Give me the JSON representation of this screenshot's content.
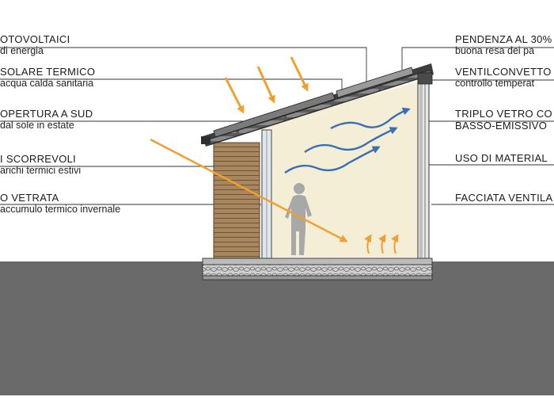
{
  "left_labels": [
    {
      "title": "OTOVOLTAICI",
      "sub": "di energia"
    },
    {
      "title": "SOLARE TERMICO",
      "sub": "acqua calda sanitaria"
    },
    {
      "title": "OPERTURA A SUD",
      "sub": "dal sole in estate"
    },
    {
      "title": "I SCORREVOLI",
      "sub": "arichi termici estivi"
    },
    {
      "title": "O VETRATA",
      "sub": "accumulo termico invernale"
    }
  ],
  "right_labels": [
    {
      "title": "PENDENZA AL 30%",
      "sub": "buona resa dei pa"
    },
    {
      "title": "VENTILCONVETTO",
      "sub": "controllo temperat"
    },
    {
      "title": "TRIPLO VETRO CO",
      "sub": "BASSO-EMISSIVO"
    },
    {
      "title": "USO DI MATERIAL",
      "sub": ""
    },
    {
      "title": "FACCIATA VENTILA",
      "sub": ""
    }
  ],
  "colors": {
    "sun_arrow": "#f0a030",
    "air_flow": "#3a6fb5",
    "interior": "#f5eed6",
    "ground": "#6a6a6a",
    "wood": "#9a7a58"
  }
}
